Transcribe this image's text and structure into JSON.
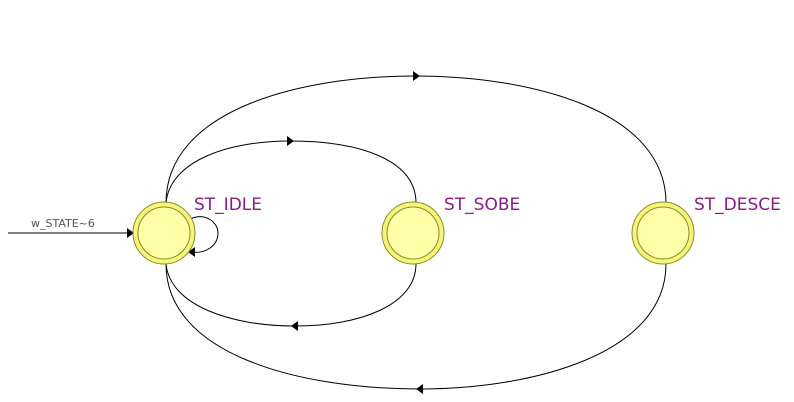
{
  "diagram": {
    "reset": {
      "label": "w_STATE~6"
    },
    "states": [
      {
        "id": "idle",
        "label": "ST_IDLE"
      },
      {
        "id": "sobe",
        "label": "ST_SOBE"
      },
      {
        "id": "desce",
        "label": "ST_DESCE"
      }
    ],
    "transitions": [
      {
        "from": "idle",
        "to": "desce"
      },
      {
        "from": "idle",
        "to": "sobe"
      },
      {
        "from": "idle",
        "to": "idle"
      },
      {
        "from": "sobe",
        "to": "idle"
      },
      {
        "from": "desce",
        "to": "idle"
      }
    ],
    "colors": {
      "state_fill": "#ffffa8",
      "state_ring": "#f5f57a",
      "state_stroke": "#8a8a2a",
      "label": "#8b1a8b",
      "edge": "#000000"
    }
  }
}
